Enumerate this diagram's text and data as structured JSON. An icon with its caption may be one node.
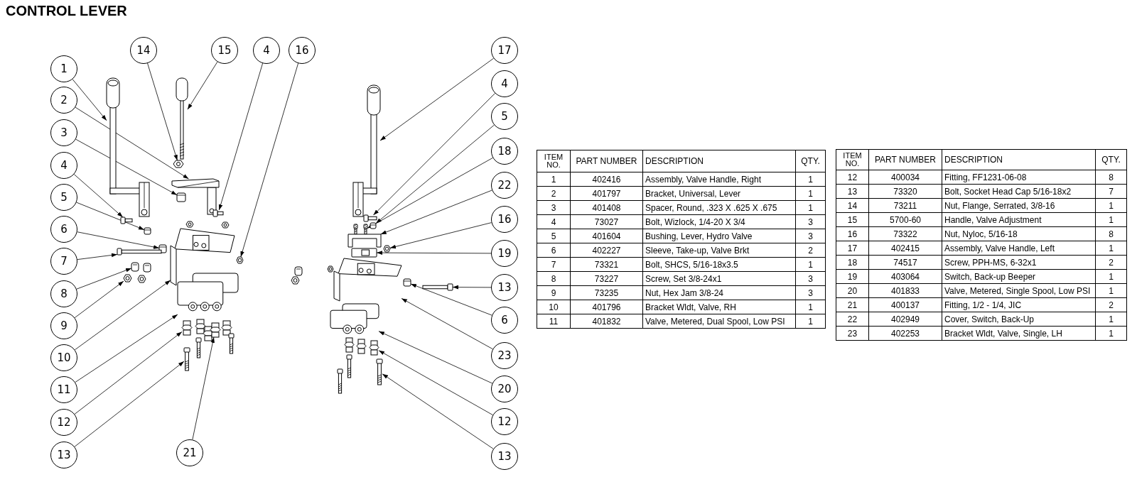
{
  "diagram": {
    "title": "CONTROL LEVER",
    "nodes": [
      {
        "text": [
          "1"
        ]
      },
      {
        "text": [
          "2"
        ]
      },
      {
        "text": [
          "3"
        ]
      },
      {
        "text": [
          "4"
        ]
      },
      {
        "text": [
          "5"
        ]
      },
      {
        "text": [
          "6"
        ]
      },
      {
        "text": [
          "7"
        ]
      },
      {
        "text": [
          "8"
        ]
      },
      {
        "text": [
          "9"
        ]
      },
      {
        "text": [
          "10"
        ]
      },
      {
        "text": [
          "11"
        ]
      },
      {
        "text": [
          "12"
        ]
      },
      {
        "text": [
          "13"
        ]
      },
      {
        "text": [
          "14"
        ]
      },
      {
        "text": [
          "15"
        ]
      },
      {
        "text": [
          "4"
        ]
      },
      {
        "text": [
          "16"
        ]
      },
      {
        "text": [
          "21"
        ]
      },
      {
        "text": [
          "17"
        ]
      },
      {
        "text": [
          "4"
        ]
      },
      {
        "text": [
          "5"
        ]
      },
      {
        "text": [
          "18"
        ]
      },
      {
        "text": [
          "22"
        ]
      },
      {
        "text": [
          "16"
        ]
      },
      {
        "text": [
          "19"
        ]
      },
      {
        "text": [
          "13"
        ]
      },
      {
        "text": [
          "6"
        ]
      },
      {
        "text": [
          "23"
        ]
      },
      {
        "text": [
          "20"
        ]
      },
      {
        "text": [
          "12"
        ]
      },
      {
        "text": [
          "13"
        ]
      },
      {
        "text": [],
        "shape": "picture"
      },
      {
        "text": [],
        "shape": "picture"
      },
      {
        "text": [],
        "shape": "picture"
      },
      {
        "text": [],
        "shape": "picture"
      },
      {
        "text": [],
        "shape": "picture"
      },
      {
        "text": [],
        "shape": "picture"
      },
      {
        "text": [],
        "shape": "picture"
      },
      {
        "text": [],
        "shape": "picture"
      },
      {
        "text": [],
        "shape": "picture"
      },
      {
        "text": [],
        "shape": "picture"
      },
      {
        "text": [],
        "shape": "picture"
      },
      {
        "text": [],
        "shape": "picture"
      },
      {
        "text": [],
        "shape": "picture"
      },
      {
        "text": [],
        "shape": "picture"
      },
      {
        "text": [],
        "shape": "picture"
      },
      {
        "text": [],
        "shape": "picture"
      },
      {
        "text": [],
        "shape": "picture"
      },
      {
        "text": [],
        "shape": "picture"
      },
      {
        "text": [],
        "shape": "picture"
      },
      {
        "text": [],
        "shape": "picture"
      },
      {
        "text": [],
        "shape": "picture"
      },
      {
        "text": [],
        "shape": "picture"
      },
      {
        "text": [],
        "shape": "picture"
      },
      {
        "text": [],
        "shape": "picture"
      },
      {
        "text": [],
        "shape": "picture"
      },
      {
        "text": [],
        "shape": "picture"
      },
      {
        "text": [],
        "shape": "picture"
      },
      {
        "text": [],
        "shape": "picture"
      },
      {
        "text": [],
        "shape": "picture"
      },
      {
        "text": [],
        "shape": "picture"
      },
      {
        "text": [],
        "shape": "picture"
      }
    ],
    "edges": [
      {
        "from": 0,
        "to": 31,
        "arrow": "to"
      },
      {
        "from": 1,
        "to": 32,
        "arrow": "to"
      },
      {
        "from": 2,
        "to": 33,
        "arrow": "to"
      },
      {
        "from": 3,
        "to": 34,
        "arrow": "to"
      },
      {
        "from": 4,
        "to": 35,
        "arrow": "to"
      },
      {
        "from": 5,
        "to": 36,
        "arrow": "to"
      },
      {
        "from": 6,
        "to": 37,
        "arrow": "to"
      },
      {
        "from": 7,
        "to": 38,
        "arrow": "to"
      },
      {
        "from": 8,
        "to": 39,
        "arrow": "to"
      },
      {
        "from": 9,
        "to": 40,
        "arrow": "to"
      },
      {
        "from": 10,
        "to": 41,
        "arrow": "to"
      },
      {
        "from": 11,
        "to": 42,
        "arrow": "to"
      },
      {
        "from": 12,
        "to": 43,
        "arrow": "to"
      },
      {
        "from": 13,
        "to": 44,
        "arrow": "to"
      },
      {
        "from": 14,
        "to": 45,
        "arrow": "to"
      },
      {
        "from": 15,
        "to": 46,
        "arrow": "to"
      },
      {
        "from": 16,
        "to": 47,
        "arrow": "to"
      },
      {
        "from": 17,
        "to": 48,
        "arrow": "to"
      },
      {
        "from": 18,
        "to": 49,
        "arrow": "to"
      },
      {
        "from": 19,
        "to": 50,
        "arrow": "to"
      },
      {
        "from": 20,
        "to": 51,
        "arrow": "to"
      },
      {
        "from": 21,
        "to": 52,
        "arrow": "to"
      },
      {
        "from": 22,
        "to": 53,
        "arrow": "to"
      },
      {
        "from": 23,
        "to": 54,
        "arrow": "to"
      },
      {
        "from": 24,
        "to": 55,
        "arrow": "to"
      },
      {
        "from": 25,
        "to": 56,
        "arrow": "to"
      },
      {
        "from": 26,
        "to": 57,
        "arrow": "to"
      },
      {
        "from": 27,
        "to": 58,
        "arrow": "to"
      },
      {
        "from": 28,
        "to": 59,
        "arrow": "to"
      },
      {
        "from": 29,
        "to": 60,
        "arrow": "to"
      },
      {
        "from": 30,
        "to": 61,
        "arrow": "to"
      }
    ],
    "labels": [
      "ITEM NO.",
      "PART NUMBER",
      "DESCRIPTION",
      "QTY.",
      "1",
      "402416",
      "Assembly, Valve Handle, Right",
      "1",
      "2",
      "401797",
      "Bracket, Universal, Lever",
      "1",
      "3",
      "401408",
      "Spacer, Round, .323 X .625 X .675",
      "1",
      "4",
      "73027",
      "Bolt, Wizlock, 1/4-20 X 3/4",
      "3",
      "5",
      "401604",
      "Bushing, Lever, Hydro Valve",
      "3",
      "6",
      "402227",
      "Sleeve, Take-up, Valve Brkt",
      "2",
      "7",
      "73321",
      "Bolt, SHCS, 5/16-18x3.5",
      "1",
      "8",
      "73227",
      "Screw, Set 3/8-24x1",
      "3",
      "9",
      "73235",
      "Nut, Hex Jam 3/8-24",
      "3",
      "10",
      "401796",
      "Bracket Wldt, Valve, RH",
      "1",
      "11",
      "401832",
      "Valve, Metered, Dual Spool, Low PSI",
      "1",
      "ITEM NO.",
      "PART NUMBER",
      "DESCRIPTION",
      "QTY.",
      "12",
      "400034",
      "Fitting, FF1231-06-08",
      "8",
      "13",
      "73320",
      "Bolt, Socket Head Cap 5/16-18x2",
      "7",
      "14",
      "73211",
      "Nut, Flange, Serrated, 3/8-16",
      "1",
      "15",
      "5700-60",
      "Handle, Valve Adjustment",
      "1",
      "16",
      "73322",
      "Nut, Nyloc, 5/16-18",
      "8",
      "17",
      "402415",
      "Assembly, Valve Handle, Left",
      "1",
      "18",
      "74517",
      "Screw, PPH-MS, 6-32x1",
      "2",
      "19",
      "403064",
      "Switch, Back-up Beeper",
      "1",
      "20",
      "401833",
      "Valve, Metered, Single Spool, Low PSI",
      "1",
      "21",
      "400137",
      "Fitting, 1/2 - 1/4, JIC",
      "2",
      "22",
      "402949",
      "Cover, Switch, Back-Up",
      "1",
      "23",
      "402253",
      "Bracket Wldt, Valve, Single, LH",
      "1"
    ]
  }
}
